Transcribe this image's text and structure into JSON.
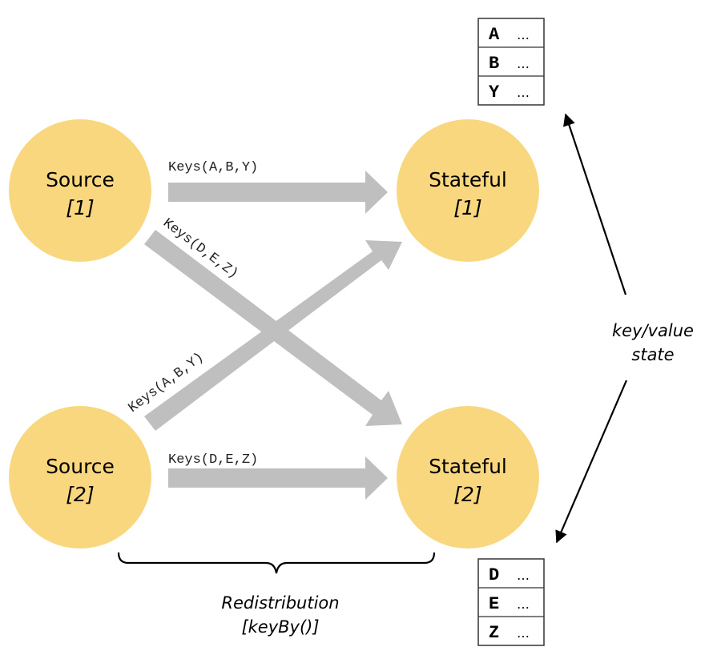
{
  "colors": {
    "node_fill": "#F9D77E",
    "arrow_fill": "#BFBFBF",
    "line": "#000000"
  },
  "nodes": {
    "source_1": {
      "label": "Source",
      "index": "[1]"
    },
    "source_2": {
      "label": "Source",
      "index": "[2]"
    },
    "stateful_1": {
      "label": "Stateful",
      "index": "[1]"
    },
    "stateful_2": {
      "label": "Stateful",
      "index": "[2]"
    }
  },
  "edges": {
    "s1_to_st1": "Keys(A,B,Y)",
    "s1_to_st2": "Keys(D,E,Z)",
    "s2_to_st1": "Keys(A,B,Y)",
    "s2_to_st2": "Keys(D,E,Z)"
  },
  "state_tables": {
    "top": [
      {
        "key": "A",
        "value": "…"
      },
      {
        "key": "B",
        "value": "…"
      },
      {
        "key": "Y",
        "value": "…"
      }
    ],
    "bottom": [
      {
        "key": "D",
        "value": "…"
      },
      {
        "key": "E",
        "value": "…"
      },
      {
        "key": "Z",
        "value": "…"
      }
    ]
  },
  "annotations": {
    "state_line1": "key/value",
    "state_line2": "state",
    "redistribution_line1": "Redistribution",
    "redistribution_line2": "[keyBy()]"
  }
}
